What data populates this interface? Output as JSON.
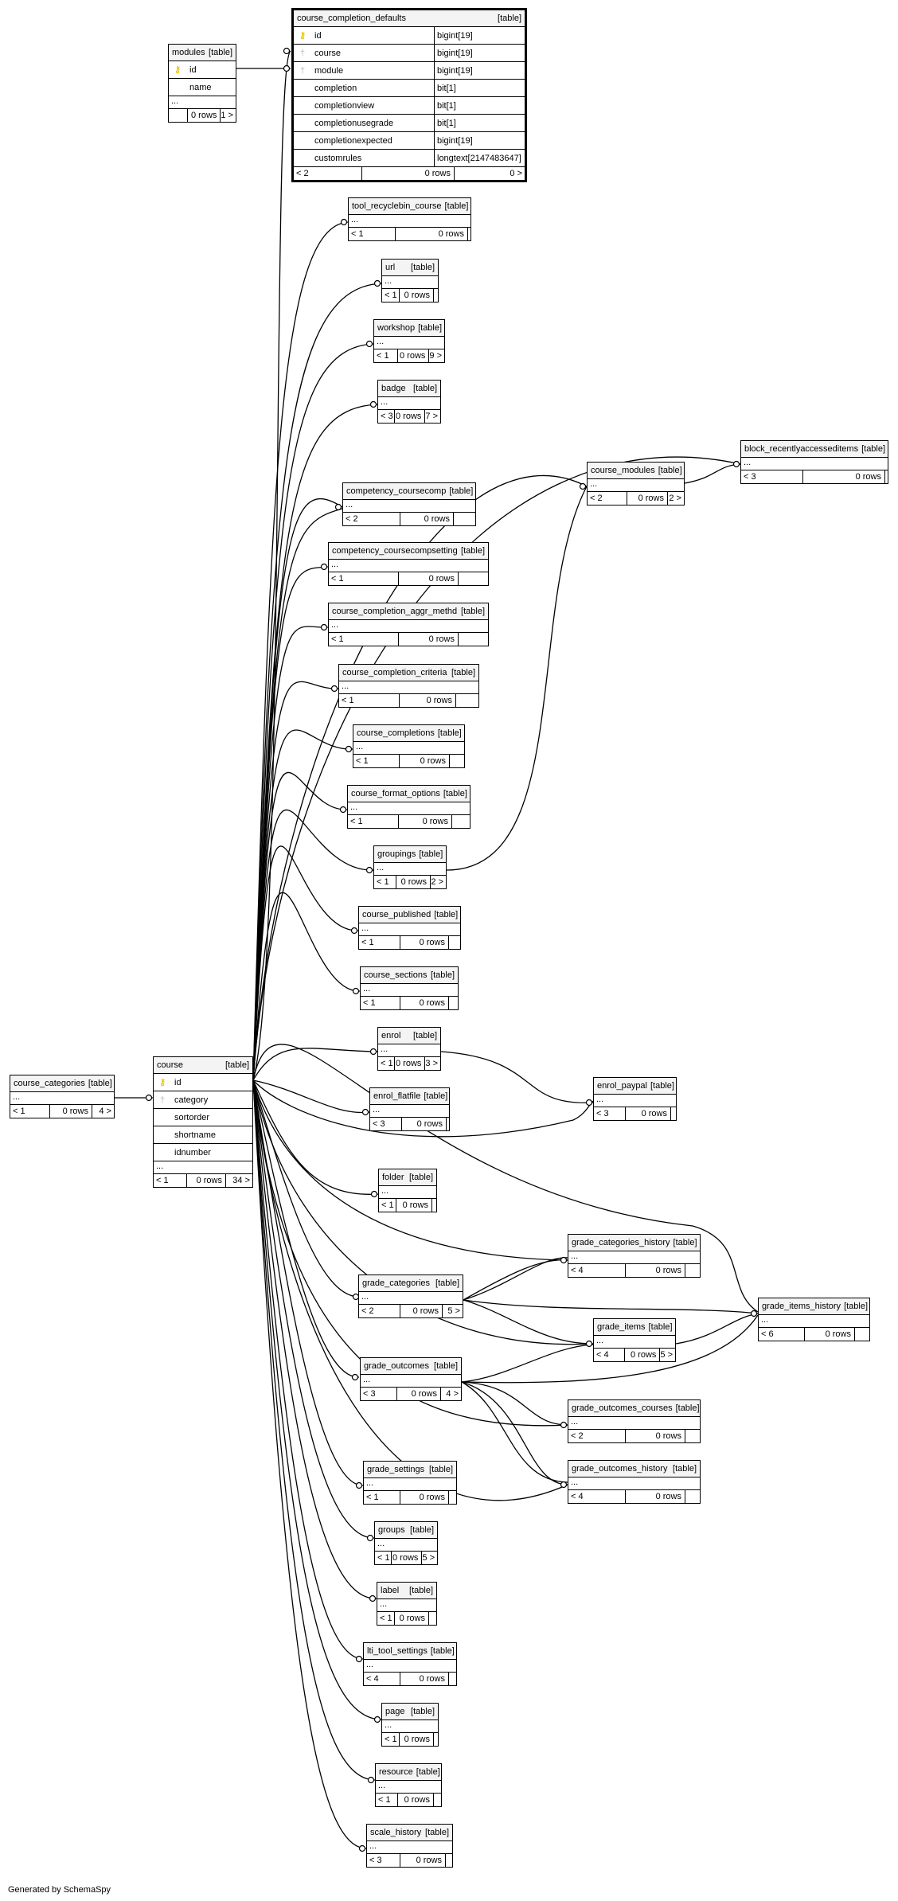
{
  "footer": "Generated by SchemaSpy",
  "tables": [
    {
      "name": "course_completion_defaults",
      "type": "[table]",
      "columns": [
        {
          "name": "id",
          "key": "pk",
          "type": "bigint[19]"
        },
        {
          "name": "course",
          "key": "fk",
          "type": "bigint[19]"
        },
        {
          "name": "module",
          "key": "fk",
          "type": "bigint[19]"
        },
        {
          "name": "completion",
          "key": "",
          "type": "bit[1]"
        },
        {
          "name": "completionview",
          "key": "",
          "type": "bit[1]"
        },
        {
          "name": "completionusegrade",
          "key": "",
          "type": "bit[1]"
        },
        {
          "name": "completionexpected",
          "key": "",
          "type": "bigint[19]"
        },
        {
          "name": "customrules",
          "key": "",
          "type": "longtext[2147483647]"
        }
      ],
      "ellipsis": false,
      "parents": "< 2",
      "rows": "0 rows",
      "children": "0 >"
    },
    {
      "name": "modules",
      "type": "[table]",
      "columns": [
        {
          "name": "id",
          "key": "pk"
        },
        {
          "name": "name",
          "key": ""
        }
      ],
      "ellipsis": true,
      "parents": "",
      "rows": "0 rows",
      "children": "1 >"
    },
    {
      "name": "tool_recyclebin_course",
      "type": "[table]",
      "columns": [],
      "ellipsis": true,
      "parents": "< 1",
      "rows": "0 rows",
      "children": ""
    },
    {
      "name": "url",
      "type": "[table]",
      "columns": [],
      "ellipsis": true,
      "parents": "< 1",
      "rows": "0 rows",
      "children": ""
    },
    {
      "name": "workshop",
      "type": "[table]",
      "columns": [],
      "ellipsis": true,
      "parents": "< 1",
      "rows": "0 rows",
      "children": "9 >"
    },
    {
      "name": "badge",
      "type": "[table]",
      "columns": [],
      "ellipsis": true,
      "parents": "< 3",
      "rows": "0 rows",
      "children": "7 >"
    },
    {
      "name": "block_recentlyaccesseditems",
      "type": "[table]",
      "columns": [],
      "ellipsis": true,
      "parents": "< 3",
      "rows": "0 rows",
      "children": ""
    },
    {
      "name": "course_modules",
      "type": "[table]",
      "columns": [],
      "ellipsis": true,
      "parents": "< 2",
      "rows": "0 rows",
      "children": "2 >"
    },
    {
      "name": "competency_coursecomp",
      "type": "[table]",
      "columns": [],
      "ellipsis": true,
      "parents": "< 2",
      "rows": "0 rows",
      "children": ""
    },
    {
      "name": "competency_coursecompsetting",
      "type": "[table]",
      "columns": [],
      "ellipsis": true,
      "parents": "< 1",
      "rows": "0 rows",
      "children": ""
    },
    {
      "name": "course_completion_aggr_methd",
      "type": "[table]",
      "columns": [],
      "ellipsis": true,
      "parents": "< 1",
      "rows": "0 rows",
      "children": ""
    },
    {
      "name": "course_completion_criteria",
      "type": "[table]",
      "columns": [],
      "ellipsis": true,
      "parents": "< 1",
      "rows": "0 rows",
      "children": ""
    },
    {
      "name": "course_completions",
      "type": "[table]",
      "columns": [],
      "ellipsis": true,
      "parents": "< 1",
      "rows": "0 rows",
      "children": ""
    },
    {
      "name": "course_format_options",
      "type": "[table]",
      "columns": [],
      "ellipsis": true,
      "parents": "< 1",
      "rows": "0 rows",
      "children": ""
    },
    {
      "name": "groupings",
      "type": "[table]",
      "columns": [],
      "ellipsis": true,
      "parents": "< 1",
      "rows": "0 rows",
      "children": "2 >"
    },
    {
      "name": "course_published",
      "type": "[table]",
      "columns": [],
      "ellipsis": true,
      "parents": "< 1",
      "rows": "0 rows",
      "children": ""
    },
    {
      "name": "course_sections",
      "type": "[table]",
      "columns": [],
      "ellipsis": true,
      "parents": "< 1",
      "rows": "0 rows",
      "children": ""
    },
    {
      "name": "enrol",
      "type": "[table]",
      "columns": [],
      "ellipsis": true,
      "parents": "< 1",
      "rows": "0 rows",
      "children": "3 >"
    },
    {
      "name": "enrol_flatfile",
      "type": "[table]",
      "columns": [],
      "ellipsis": true,
      "parents": "< 3",
      "rows": "0 rows",
      "children": ""
    },
    {
      "name": "enrol_paypal",
      "type": "[table]",
      "columns": [],
      "ellipsis": true,
      "parents": "< 3",
      "rows": "0 rows",
      "children": ""
    },
    {
      "name": "course_categories",
      "type": "[table]",
      "columns": [],
      "ellipsis": true,
      "parents": "< 1",
      "rows": "0 rows",
      "children": "4 >"
    },
    {
      "name": "course",
      "type": "[table]",
      "columns": [
        {
          "name": "id",
          "key": "pk"
        },
        {
          "name": "category",
          "key": "fk"
        },
        {
          "name": "sortorder",
          "key": ""
        },
        {
          "name": "shortname",
          "key": ""
        },
        {
          "name": "idnumber",
          "key": ""
        }
      ],
      "ellipsis": true,
      "parents": "< 1",
      "rows": "0 rows",
      "children": "34 >"
    },
    {
      "name": "folder",
      "type": "[table]",
      "columns": [],
      "ellipsis": true,
      "parents": "< 1",
      "rows": "0 rows",
      "children": ""
    },
    {
      "name": "grade_categories_history",
      "type": "[table]",
      "columns": [],
      "ellipsis": true,
      "parents": "< 4",
      "rows": "0 rows",
      "children": ""
    },
    {
      "name": "grade_categories",
      "type": "[table]",
      "columns": [],
      "ellipsis": true,
      "parents": "< 2",
      "rows": "0 rows",
      "children": "5 >"
    },
    {
      "name": "grade_items_history",
      "type": "[table]",
      "columns": [],
      "ellipsis": true,
      "parents": "< 6",
      "rows": "0 rows",
      "children": ""
    },
    {
      "name": "grade_items",
      "type": "[table]",
      "columns": [],
      "ellipsis": true,
      "parents": "< 4",
      "rows": "0 rows",
      "children": "5 >"
    },
    {
      "name": "grade_outcomes",
      "type": "[table]",
      "columns": [],
      "ellipsis": true,
      "parents": "< 3",
      "rows": "0 rows",
      "children": "4 >"
    },
    {
      "name": "grade_outcomes_courses",
      "type": "[table]",
      "columns": [],
      "ellipsis": true,
      "parents": "< 2",
      "rows": "0 rows",
      "children": ""
    },
    {
      "name": "grade_outcomes_history",
      "type": "[table]",
      "columns": [],
      "ellipsis": true,
      "parents": "< 4",
      "rows": "0 rows",
      "children": ""
    },
    {
      "name": "grade_settings",
      "type": "[table]",
      "columns": [],
      "ellipsis": true,
      "parents": "< 1",
      "rows": "0 rows",
      "children": ""
    },
    {
      "name": "groups",
      "type": "[table]",
      "columns": [],
      "ellipsis": true,
      "parents": "< 1",
      "rows": "0 rows",
      "children": "5 >"
    },
    {
      "name": "label",
      "type": "[table]",
      "columns": [],
      "ellipsis": true,
      "parents": "< 1",
      "rows": "0 rows",
      "children": ""
    },
    {
      "name": "lti_tool_settings",
      "type": "[table]",
      "columns": [],
      "ellipsis": true,
      "parents": "< 4",
      "rows": "0 rows",
      "children": ""
    },
    {
      "name": "page",
      "type": "[table]",
      "columns": [],
      "ellipsis": true,
      "parents": "< 1",
      "rows": "0 rows",
      "children": ""
    },
    {
      "name": "resource",
      "type": "[table]",
      "columns": [],
      "ellipsis": true,
      "parents": "< 1",
      "rows": "0 rows",
      "children": ""
    },
    {
      "name": "scale_history",
      "type": "[table]",
      "columns": [],
      "ellipsis": true,
      "parents": "< 3",
      "rows": "0 rows",
      "children": ""
    }
  ]
}
